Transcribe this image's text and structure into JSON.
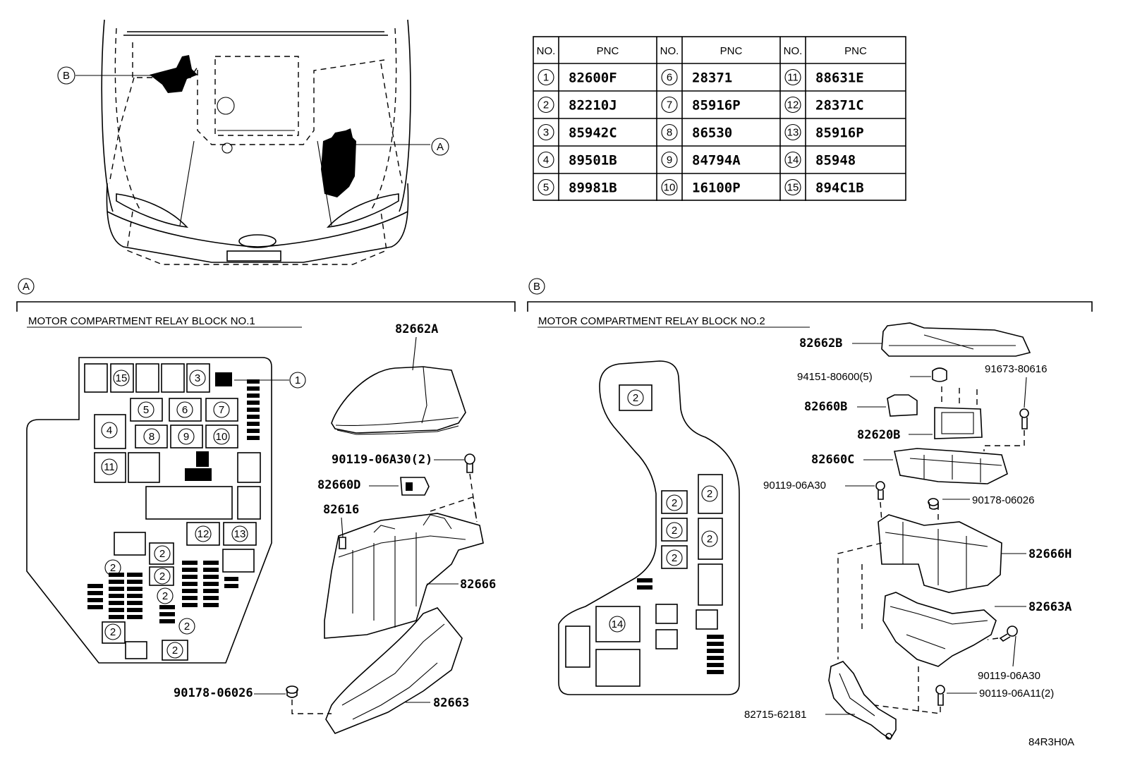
{
  "table": {
    "header_no": "NO.",
    "header_pnc": "PNC",
    "rows": [
      [
        "1",
        "82600F",
        "6",
        "28371",
        "11",
        "88631E"
      ],
      [
        "2",
        "82210J",
        "7",
        "85916P",
        "12",
        "28371C"
      ],
      [
        "3",
        "85942C",
        "8",
        "86530",
        "13",
        "85916P"
      ],
      [
        "4",
        "89501B",
        "9",
        "84794A",
        "14",
        "85948"
      ],
      [
        "5",
        "89981B",
        "10",
        "16100P",
        "15",
        "894C1B"
      ]
    ]
  },
  "sections": {
    "a_marker": "A",
    "b_marker": "B",
    "a_title": "MOTOR COMPARTMENT RELAY BLOCK NO.1",
    "b_title": "MOTOR COMPARTMENT RELAY BLOCK NO.2"
  },
  "parts_a": {
    "p1": "82662A",
    "p2": "90119-06A30(2)",
    "p3": "82660D",
    "p4": "82616",
    "p5": "82666",
    "p6": "90178-06026",
    "p7": "82663"
  },
  "parts_b": {
    "p1": "82662B",
    "p2": "94151-80600(5)",
    "p3": "91673-80616",
    "p4": "82660B",
    "p5": "82620B",
    "p6": "82660C",
    "p7": "90119-06A30",
    "p8": "90178-06026",
    "p9": "82666H",
    "p10": "82663A",
    "p11": "90119-06A30",
    "p12": "90119-06A11(2)",
    "p13": "82715-62181"
  },
  "block_a_nums": [
    "15",
    "3",
    "1",
    "5",
    "6",
    "7",
    "4",
    "8",
    "9",
    "10",
    "11",
    "12",
    "13",
    "2"
  ],
  "block_b_nums": [
    "2",
    "14"
  ],
  "diagram_code": "84R3H0A"
}
